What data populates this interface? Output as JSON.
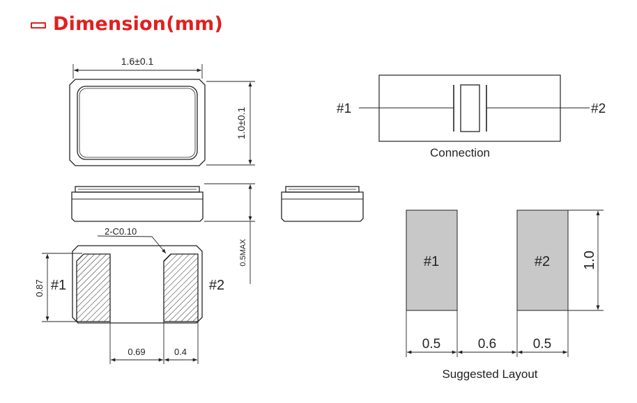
{
  "title": "Dimension(mm)",
  "colors": {
    "title": "#e0201f",
    "pad_fill": "#c8c8c8",
    "line": "#222222"
  },
  "top_view": {
    "width_label": "1.6±0.1",
    "height_label": "1.0±0.1"
  },
  "side_view": {
    "height_label": "0.5MAX"
  },
  "bottom_view": {
    "chamfer_label": "2-C0.10",
    "height_label": "0.87",
    "pin1": "#1",
    "pin2": "#2",
    "gap_label": "0.69",
    "pad_label": "0.4"
  },
  "connection": {
    "pin1": "#1",
    "pin2": "#2",
    "caption": "Connection"
  },
  "layout": {
    "pad1": "#1",
    "pad2": "#2",
    "height_label": "1.0",
    "dims": [
      "0.5",
      "0.6",
      "0.5"
    ],
    "caption": "Suggested Layout"
  }
}
